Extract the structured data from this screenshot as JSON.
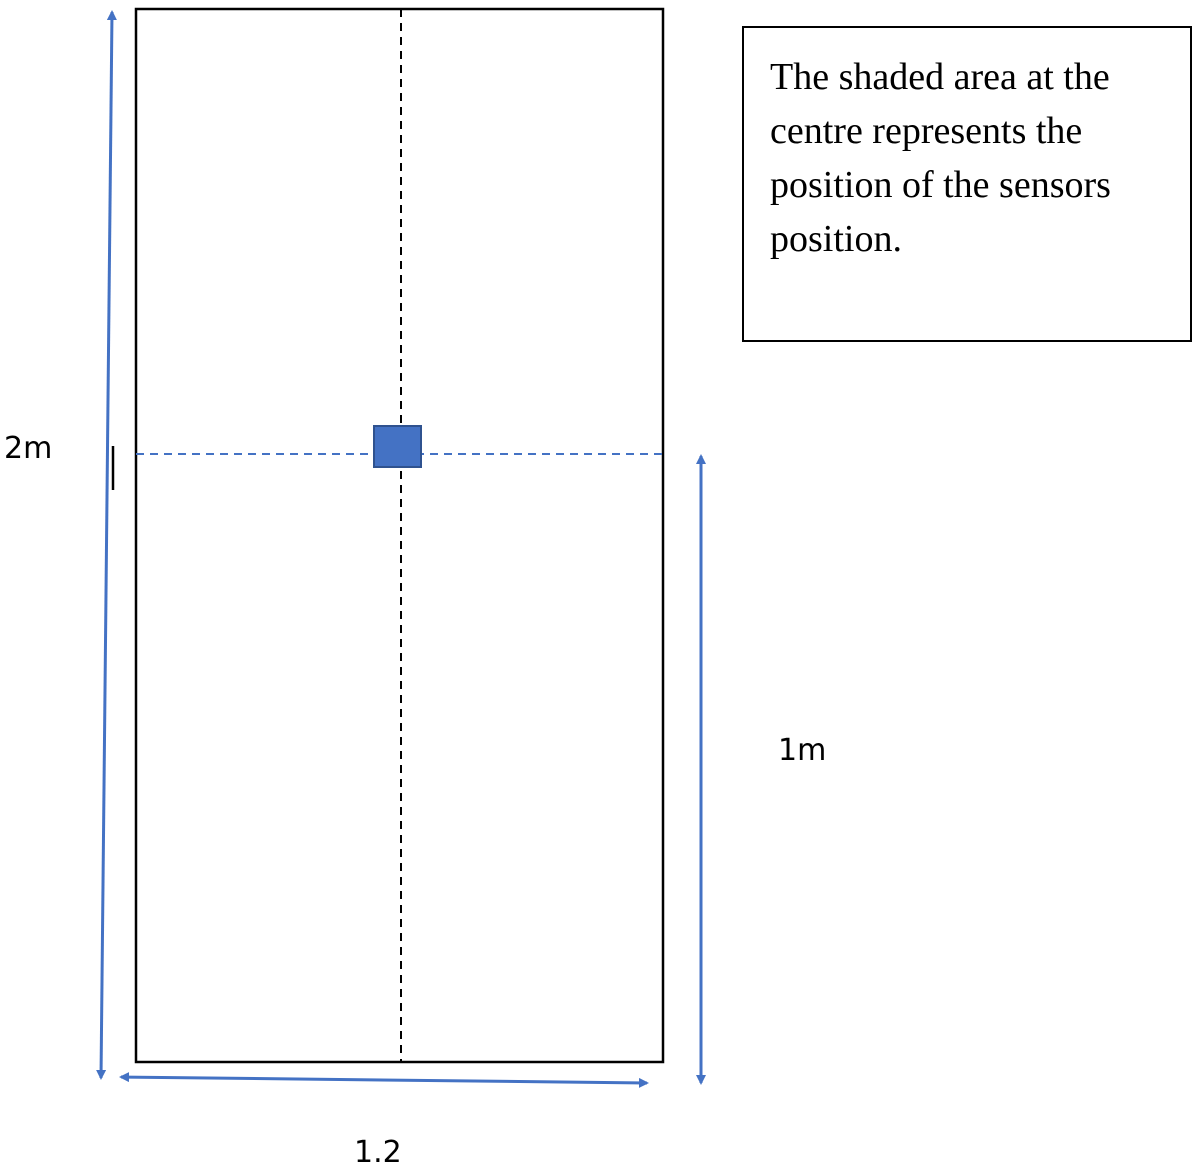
{
  "diagram": {
    "labels": {
      "height": "2m",
      "half_height": "1m",
      "width": "1.2"
    },
    "note": "The shaded area at the centre represents the position of the sensors position."
  },
  "colors": {
    "arrow": "#4472C4",
    "sensor_fill": "#4472C4",
    "sensor_border": "#2F528F",
    "outline": "#000000"
  }
}
